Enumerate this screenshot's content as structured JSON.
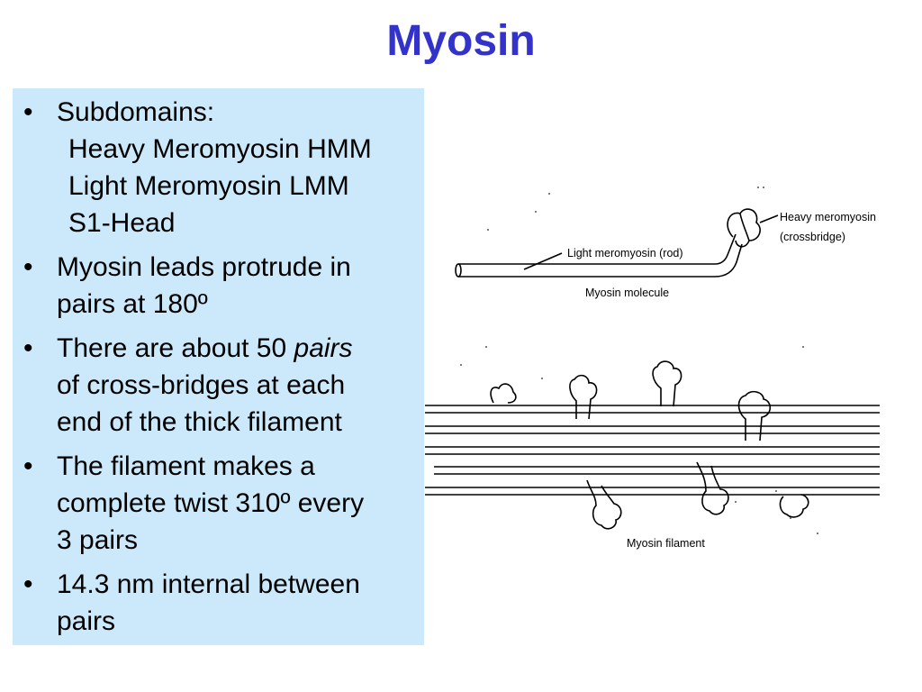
{
  "slide": {
    "title": "Myosin"
  },
  "bullets": [
    {
      "lines": [
        "Subdomains:"
      ],
      "sub_lines": [
        "Heavy Meromyosin HMM",
        "Light Meromyosin LMM",
        "S1-Head"
      ]
    },
    {
      "lines": [
        "Myosin leads protrude in",
        "pairs at 180º"
      ]
    },
    {
      "lines_parts": [
        [
          "There are about 50 ",
          "pairs"
        ],
        [
          "of cross-bridges at each"
        ],
        [
          "end of the thick filament"
        ]
      ]
    },
    {
      "lines": [
        "The filament makes a",
        "complete twist 310º every",
        "3 pairs"
      ]
    },
    {
      "lines": [
        "14.3 nm internal between",
        "pairs"
      ]
    }
  ],
  "bullet_symbol": "•",
  "figure": {
    "molecule_labels": {
      "heavy_line1": "Heavy meromyosin",
      "heavy_line2": "(crossbridge)",
      "light": "Light meromyosin (rod)",
      "molecule": "Myosin molecule"
    },
    "filament_label": "Myosin filament"
  },
  "colors": {
    "title": "#3333cc",
    "panel_background": "#cce9fb",
    "text": "#000000"
  }
}
